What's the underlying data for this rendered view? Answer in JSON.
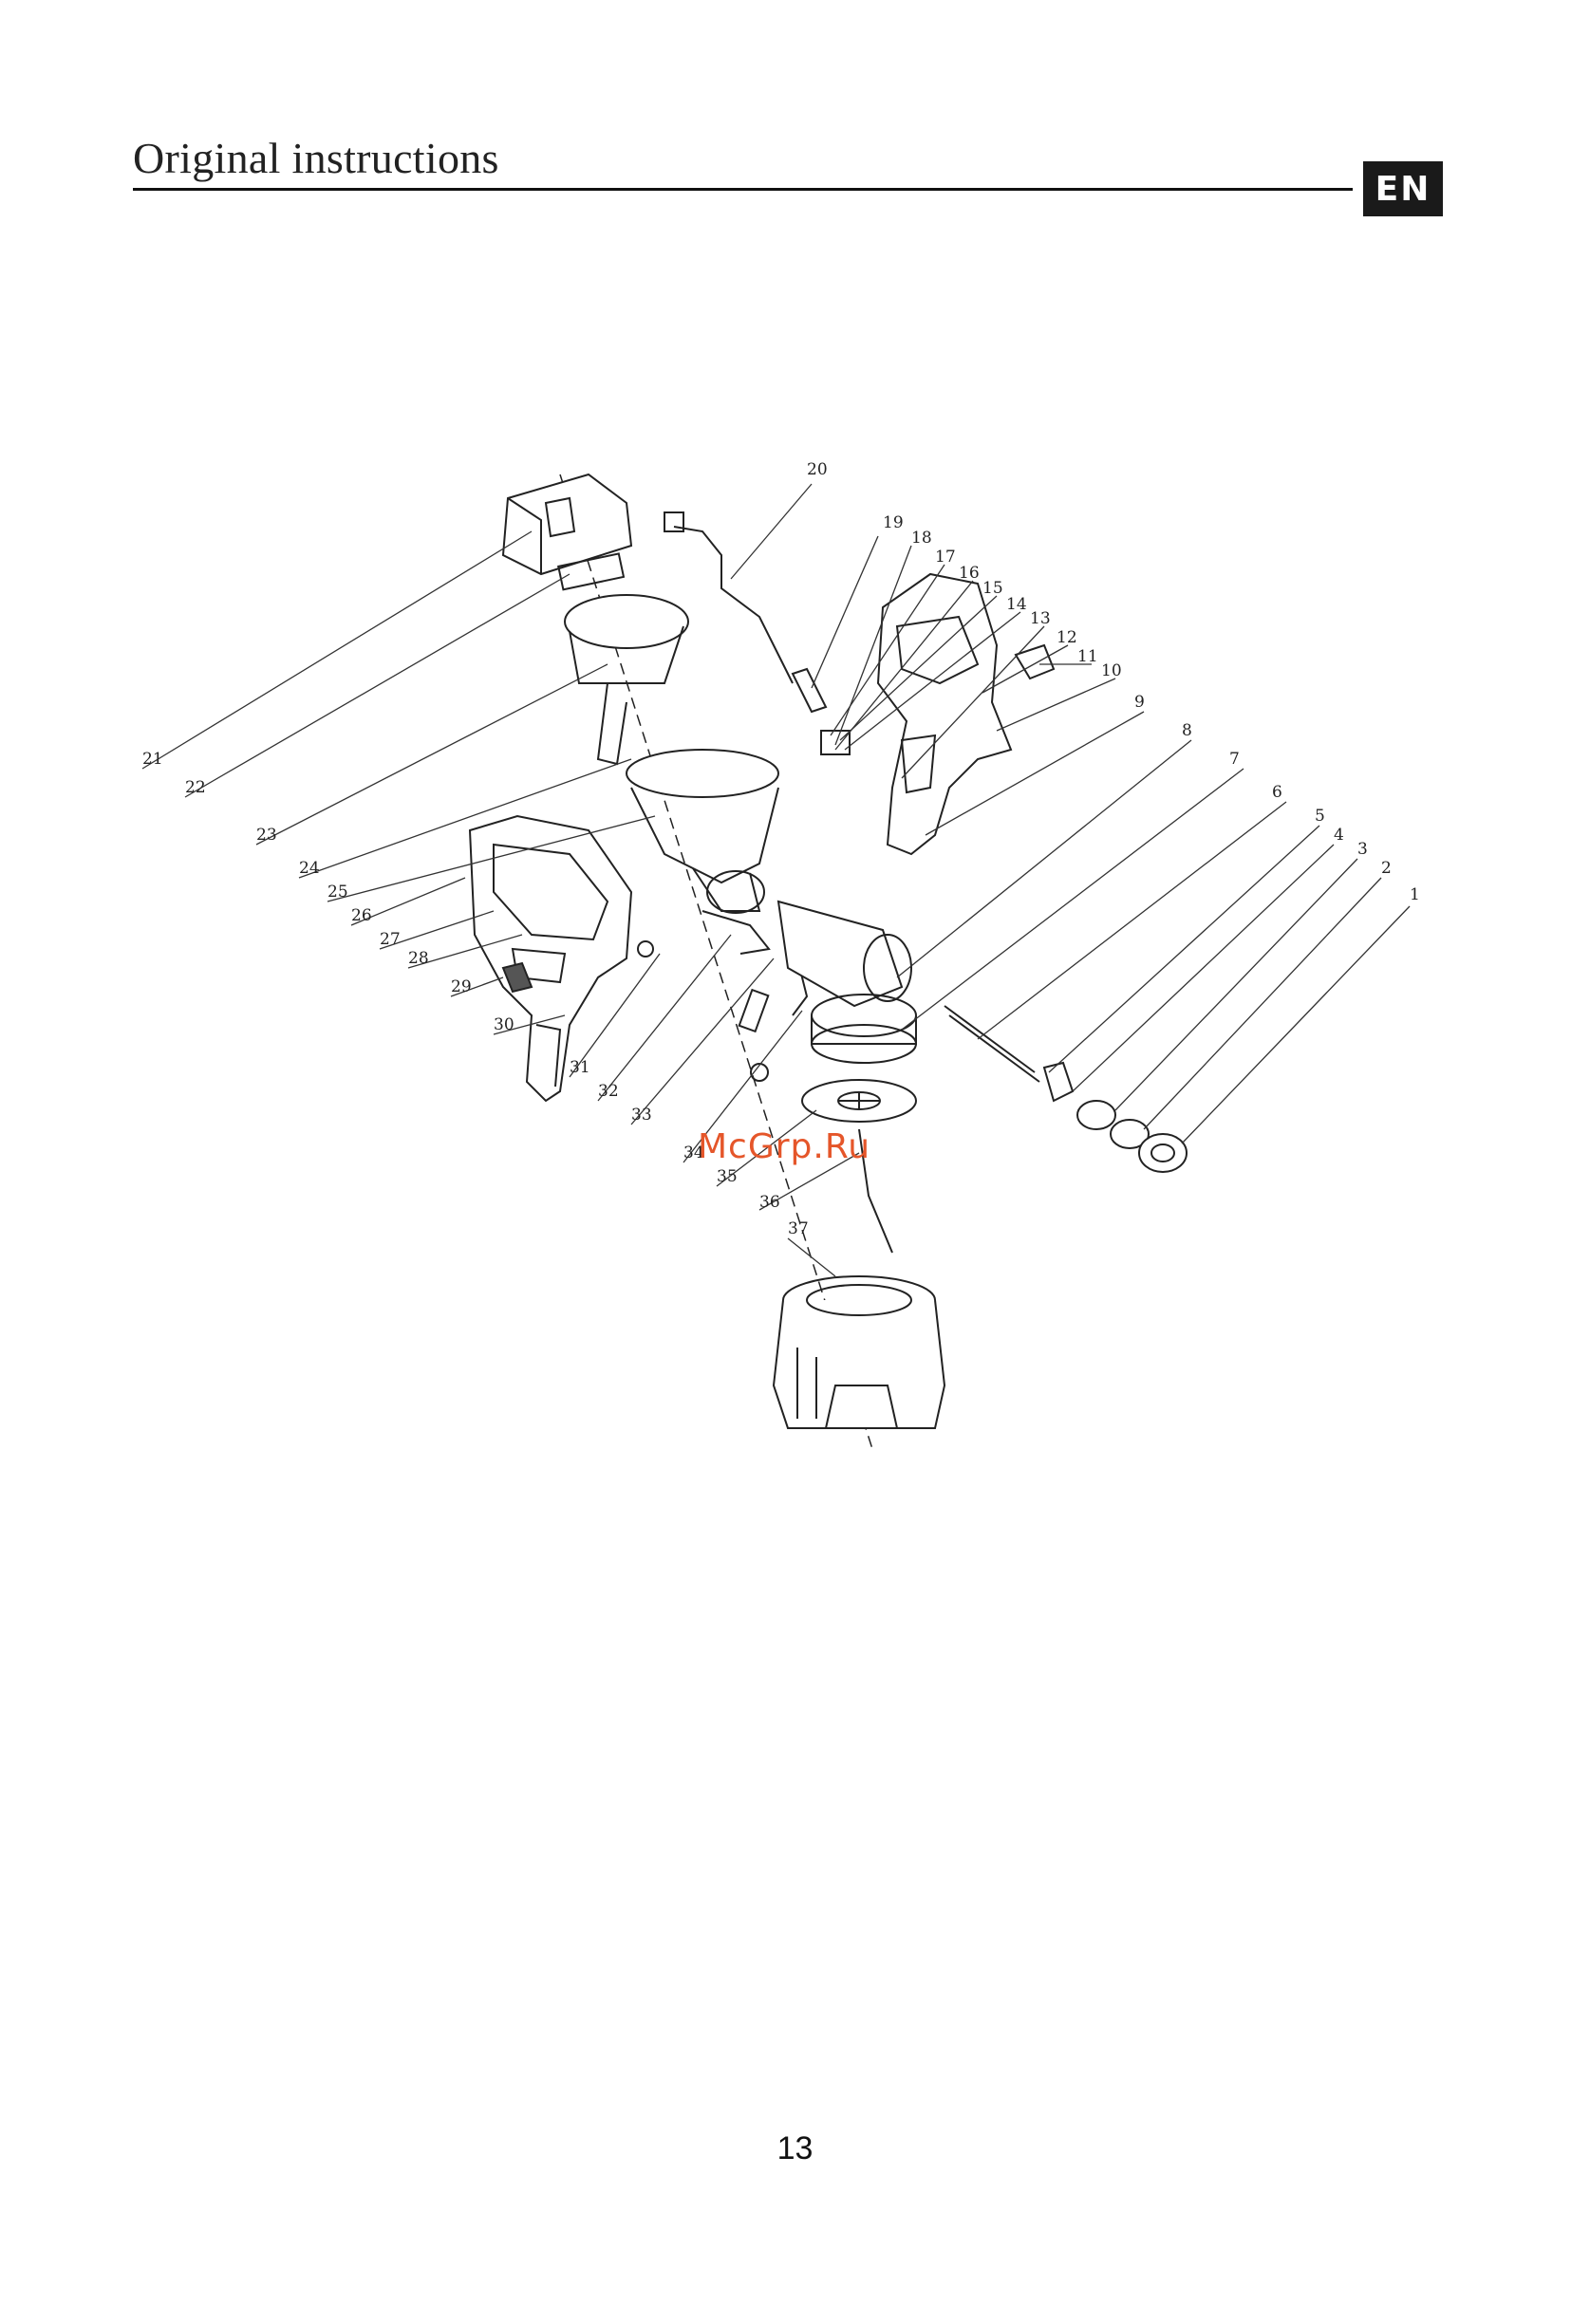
{
  "header": {
    "title": "Original instructions",
    "lang_badge": "EN"
  },
  "diagram": {
    "callouts": [
      "1",
      "2",
      "3",
      "4",
      "5",
      "6",
      "7",
      "8",
      "9",
      "10",
      "11",
      "12",
      "13",
      "14",
      "15",
      "16",
      "17",
      "18",
      "19",
      "20",
      "21",
      "22",
      "23",
      "24",
      "25",
      "26",
      "27",
      "28",
      "29",
      "30",
      "31",
      "32",
      "33",
      "34",
      "35",
      "36",
      "37"
    ]
  },
  "watermark": "McGrp.Ru",
  "footer": {
    "page_number": "13"
  }
}
